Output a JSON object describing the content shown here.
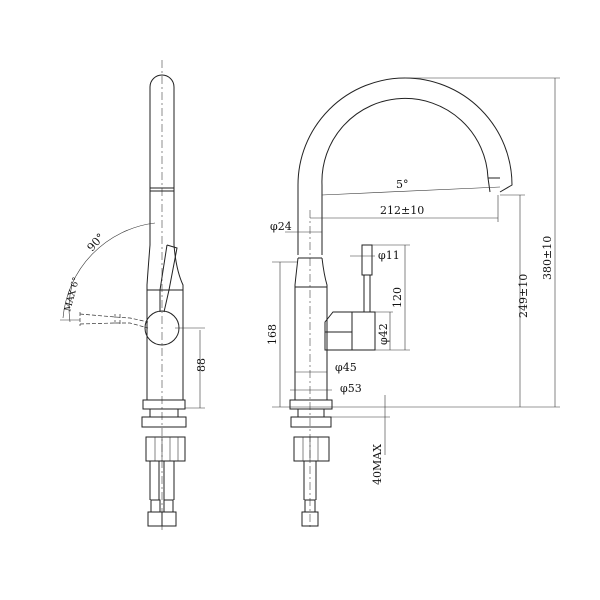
{
  "side_view": {
    "angle_lever": "90°",
    "angle_max": "MAX 6°",
    "height_handle": "88"
  },
  "front_view": {
    "spout_angle": "5°",
    "reach": "212±10",
    "dia_tube": "φ24",
    "dia_lever": "φ11",
    "lever_height": "120",
    "dia_handle": "φ42",
    "body_height": "168",
    "dia_body": "φ45",
    "dia_base": "φ53",
    "spout_height": "249±10",
    "total_height": "380±10",
    "counter_max": "40MAX"
  }
}
